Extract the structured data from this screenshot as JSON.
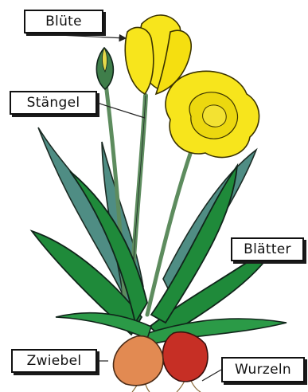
{
  "labels": {
    "bluete": "Blüte",
    "stengel": "Stängel",
    "blaetter": "Blätter",
    "zwiebel": "Zwiebel",
    "wurzeln": "Wurzeln"
  },
  "colors": {
    "petal_yellow": "#f7e51c",
    "petal_outline": "#3b3300",
    "leaf_green": "#1f8a3a",
    "leaf_blue_green": "#4f8d84",
    "stem_green": "#5d8c5e",
    "bud_green": "#3f7e4a",
    "bulb_orange": "#e28a52",
    "bulb_red": "#c62f25",
    "root_brown": "#8a6b3a"
  }
}
